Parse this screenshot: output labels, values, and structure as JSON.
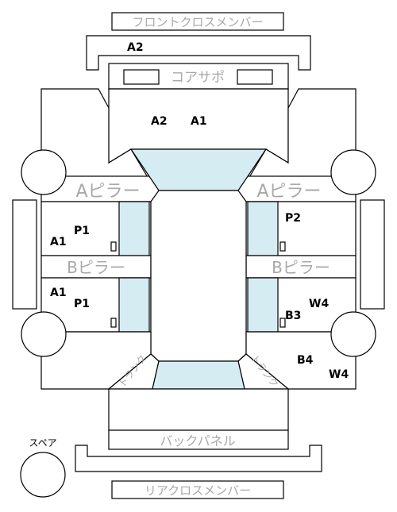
{
  "labels": {
    "front_cross_member": "フロントクロスメンバー",
    "core_support": "コアサポ",
    "a_pillar": "Aピラー",
    "b_pillar": "Bピラー",
    "trunk": "トランク",
    "back_panel": "バックパネル",
    "rear_cross_member": "リアクロスメンバー",
    "spare": "スペア"
  },
  "codes": {
    "front_member": "A2",
    "hood_left": "A2",
    "hood_right": "A1",
    "front_left_door_p": "P1",
    "front_left_door_a": "A1",
    "rear_left_door_a": "A1",
    "rear_left_door_p": "P1",
    "front_right_door_p": "P2",
    "rear_right_door_w": "W4",
    "rear_right_door_b": "B3",
    "rear_right_quarter_b": "B4",
    "rear_right_quarter_w": "W4"
  },
  "colors": {
    "glass": "#d6ecf3",
    "outline": "#000000",
    "label_gray": "#a8a8a8"
  }
}
